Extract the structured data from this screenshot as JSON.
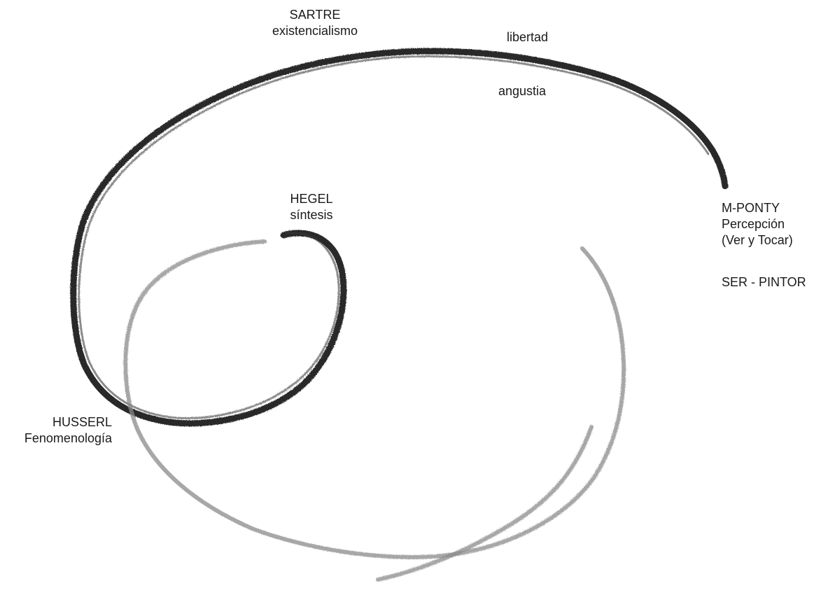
{
  "diagram": {
    "type": "hand-drawn spiral",
    "stroke_colors": {
      "dark_stroke": "#141414",
      "light_stroke": "#8a8a8a"
    },
    "nodes": [
      {
        "id": "sartre",
        "lines": [
          "SARTRE",
          "existencialismo"
        ]
      },
      {
        "id": "libertad",
        "lines": [
          "libertad"
        ]
      },
      {
        "id": "angustia",
        "lines": [
          "angustia"
        ]
      },
      {
        "id": "hegel",
        "lines": [
          "HEGEL",
          "síntesis"
        ]
      },
      {
        "id": "mponty",
        "lines": [
          "M-PONTY",
          "Percepción",
          "(Ver y Tocar)"
        ]
      },
      {
        "id": "serpintor",
        "lines": [
          "SER - PINTOR"
        ]
      },
      {
        "id": "husserl",
        "lines": [
          "HUSSERL",
          "Fenomenología"
        ]
      }
    ]
  }
}
